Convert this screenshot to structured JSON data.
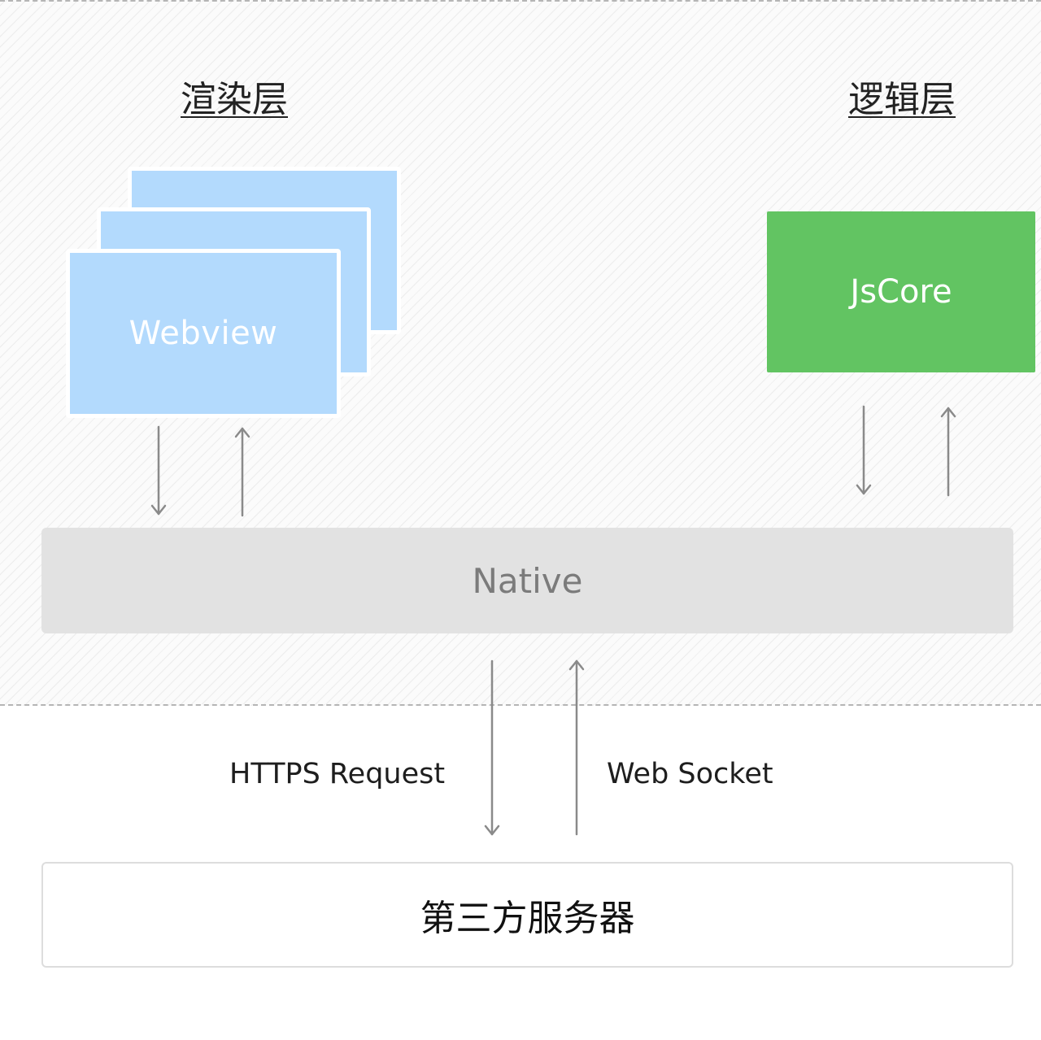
{
  "rendering_layer": {
    "title": "渲染层",
    "webview_label": "Webview"
  },
  "logic_layer": {
    "title": "逻辑层",
    "jscore_label": "JsCore"
  },
  "native": {
    "label": "Native"
  },
  "network": {
    "request_label": "HTTPS Request",
    "socket_label": "Web Socket"
  },
  "server": {
    "label": "第三方服务器"
  },
  "colors": {
    "webview_fill": "#b3dafd",
    "jscore_fill": "#62c462",
    "native_fill": "#e2e2e2",
    "arrow": "#8a8a8a"
  }
}
